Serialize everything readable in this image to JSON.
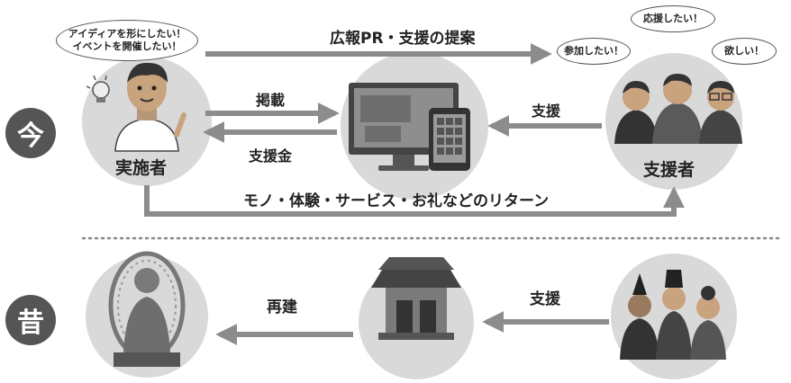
{
  "era_labels": {
    "now": "今",
    "past": "昔"
  },
  "now": {
    "implementer_label": "実施者",
    "supporters_label": "支援者",
    "implementer_bubble": [
      "アイディアを形にしたい！",
      "イベントを開催したい！"
    ],
    "supporter_bubbles": {
      "join": "参加したい！",
      "support": "応援したい！",
      "want": "欲しい！"
    },
    "arrows": {
      "pr_proposal": "広報PR・支援の提案",
      "posting": "掲載",
      "support_money": "支援金",
      "support": "支援",
      "returns": "モノ・体験・サービス・お礼などのリターン"
    }
  },
  "past": {
    "arrows": {
      "rebuild": "再建",
      "support": "支援"
    }
  },
  "colors": {
    "arrow": "#8c8c8c",
    "circle": "#d9d9d9",
    "badge": "#555555",
    "dots": "#888888"
  }
}
